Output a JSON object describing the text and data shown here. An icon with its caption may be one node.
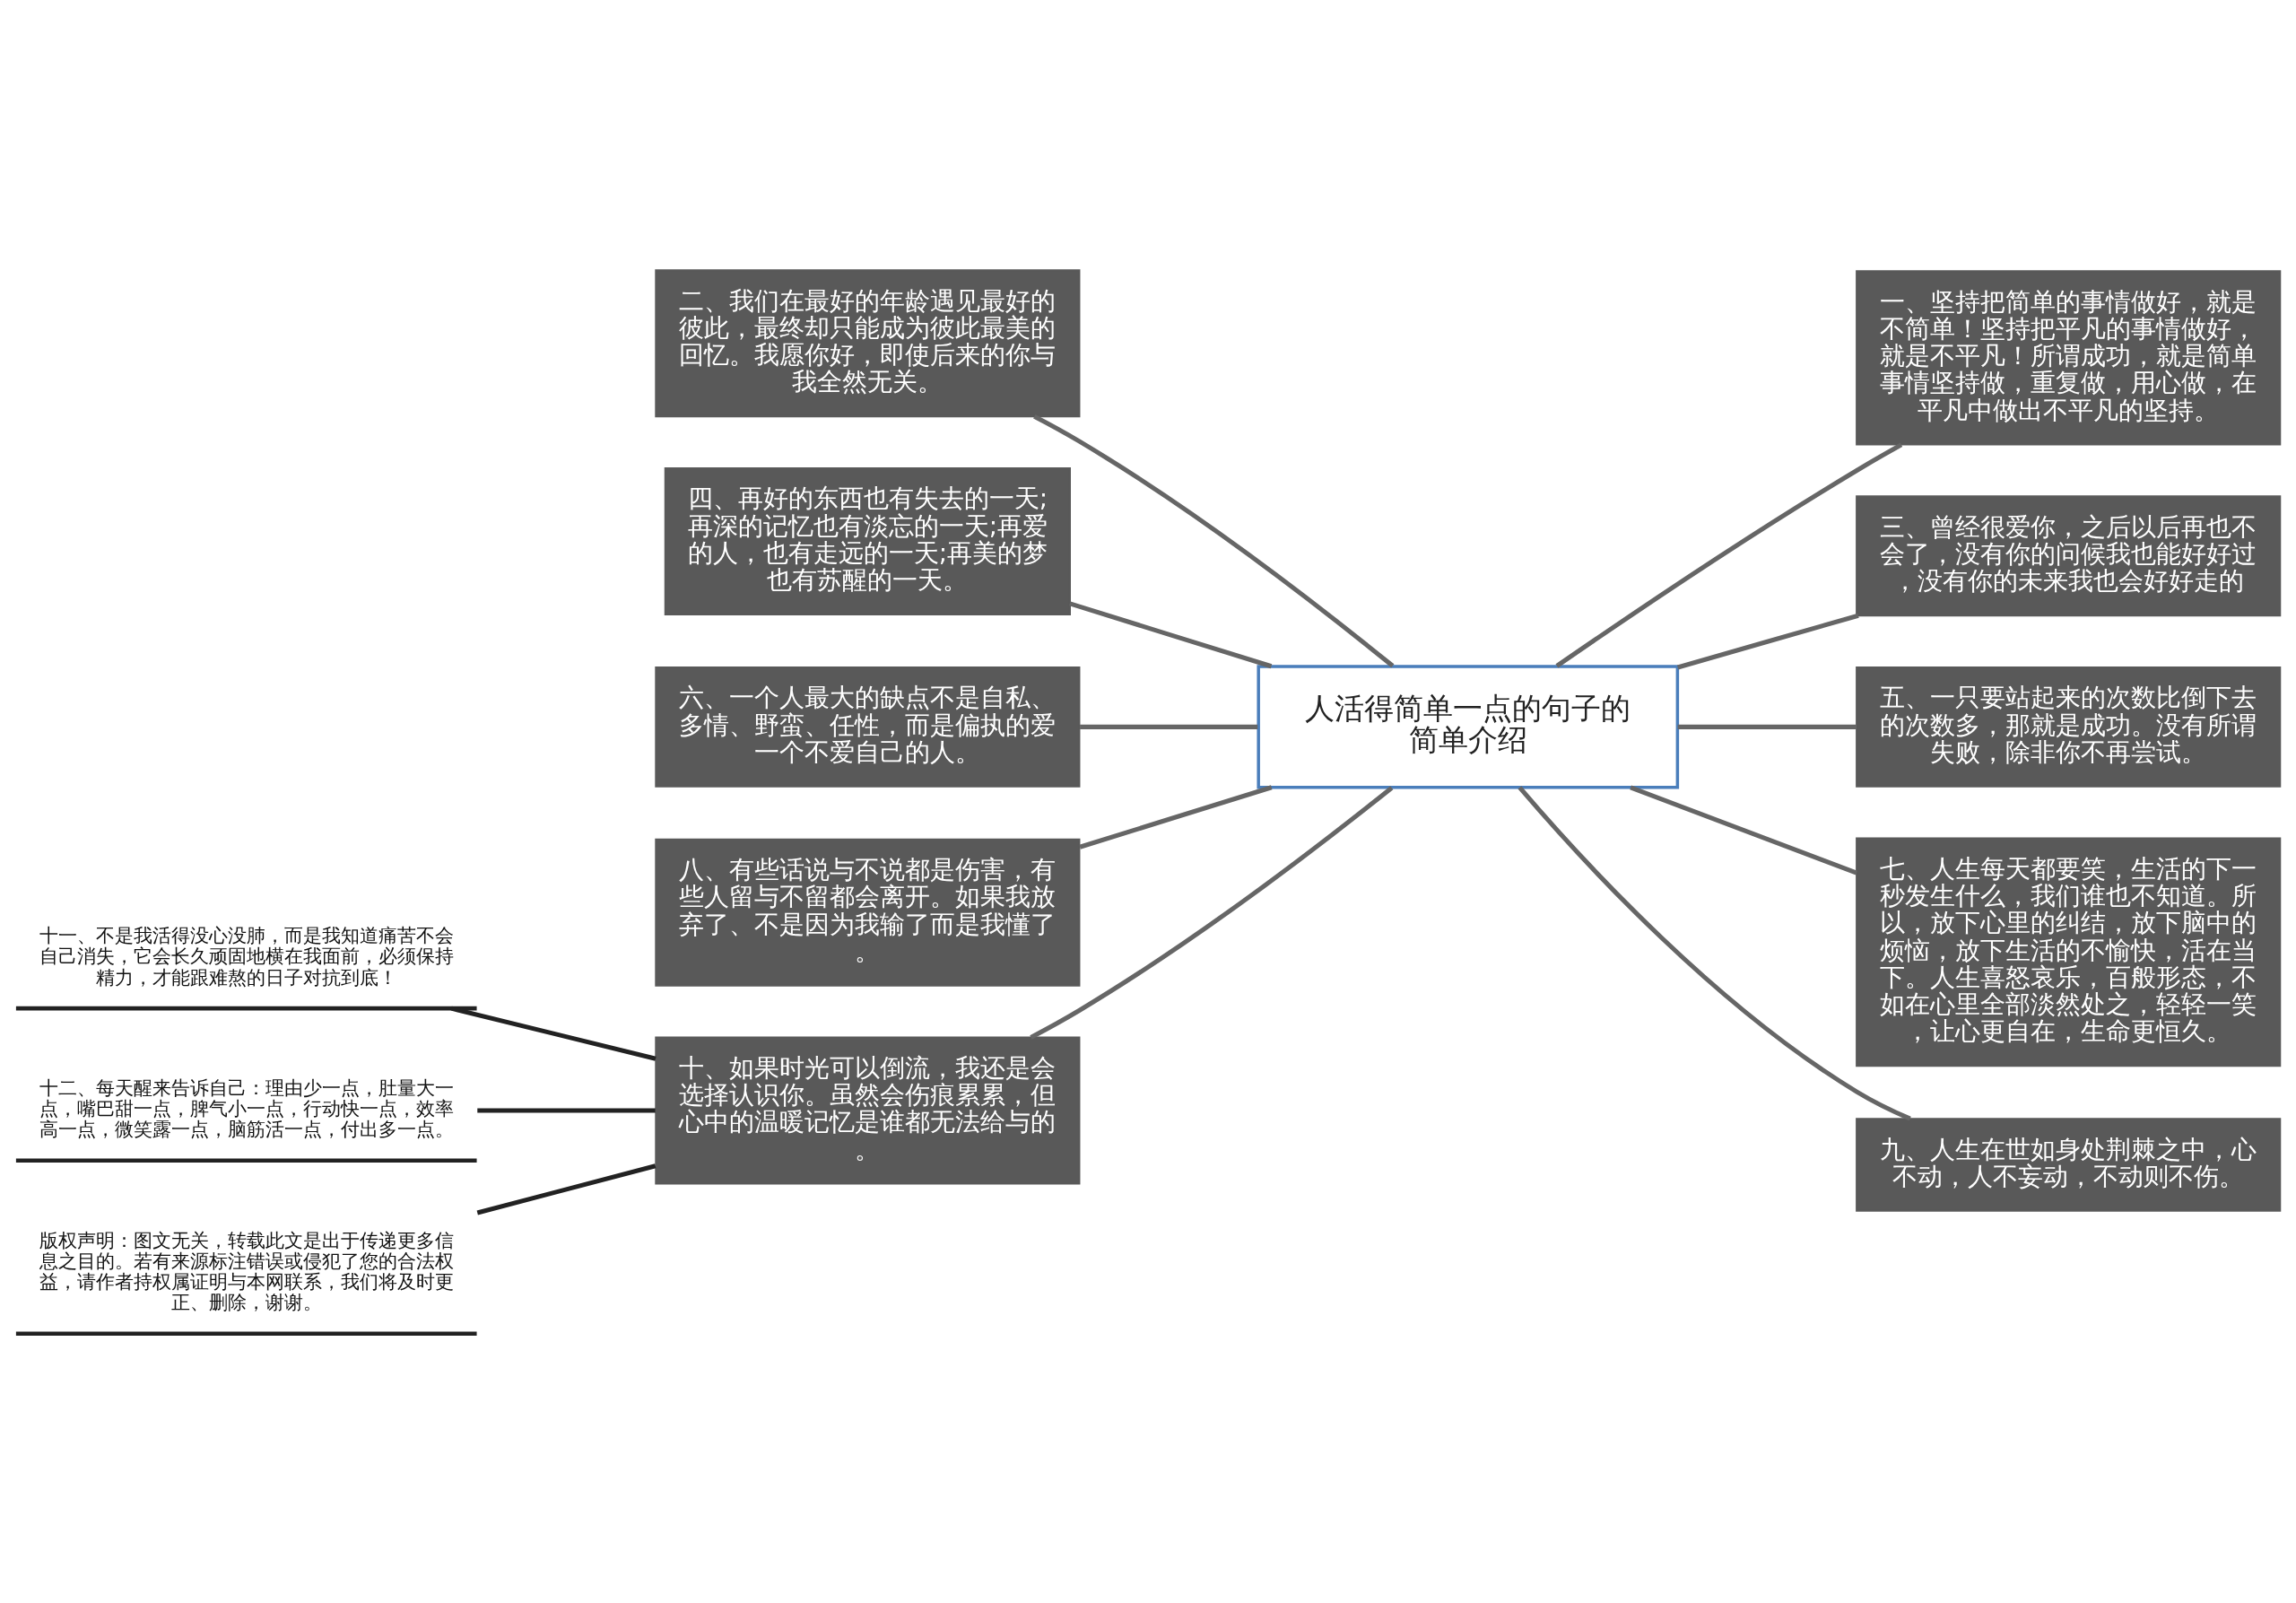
{
  "diagram": {
    "nodes": [
      {
        "text": [
          "人活得简单一点的句子的简单介绍"
        ]
      },
      {
        "text": [
          "二、我们在最好的年龄遇见最好的彼此，最终却只能成为彼此最美的回忆。我愿你好，即使后来的你与我全然无关。"
        ]
      },
      {
        "text": [
          "四、再好的东西也有失去的一天;再深的记忆也有淡忘的一天;再爱的人，也有走远的一天;再美的梦也有苏醒的一天。"
        ]
      },
      {
        "text": [
          "六、一个人最大的缺点不是自私、多情、野蛮、任性，而是偏执的爱一个不爱自己的人。"
        ]
      },
      {
        "text": [
          "八、有些话说与不说都是伤害，有些人留与不留都会离开。如果我放弃了、不是因为我输了而是我懂了。"
        ]
      },
      {
        "text": [
          "十、如果时光可以倒流，我还是会选择认识你。虽然会伤痕累累，但心中的温暖记忆是谁都无法给与的。"
        ]
      },
      {
        "text": [
          "一、坚持把简单的事情做好，就是不简单！坚持把平凡的事情做好，就是不平凡！所谓成功，就是简单事情坚持做，重复做，用心做，在平凡中做出不平凡的坚持。"
        ]
      },
      {
        "text": [
          "三、曾经很爱你，之后以后再也不会了，没有你的问候我也能好好过，没有你的未来我也会好好走的"
        ]
      },
      {
        "text": [
          "五、一只要站起来的次数比倒下去的次数多，那就是成功。没有所谓失败，除非你不再尝试。"
        ]
      },
      {
        "text": [
          "七、人生每天都要笑，生活的下一秒发生什么，我们谁也不知道。所以，放下心里的纠结，放下脑中的烦恼，放下生活的不愉快，活在当下。人生喜怒哀乐，百般形态，不如在心里全部淡然处之，轻轻一笑，让心更自在，生命更恒久。"
        ]
      },
      {
        "text": [
          "九、人生在世如身处荆棘之中，心不动，人不妄动，不动则不伤。"
        ]
      },
      {
        "text": [
          "十一、不是我活得没心没肺，而是我知道痛苦不会自己消失，它会长久顽固地横在我面前，必须保持精力，才能跟难熬的日子对抗到底！"
        ]
      },
      {
        "text": [
          "十二、每天醒来告诉自己：理由少一点，肚量大一点，嘴巴甜一点，脾气小一点，行动快一点，效率高一点，微笑露一点，脑筋活一点，付出多一点。"
        ]
      },
      {
        "text": [
          "版权声明：图文无关，转载此文是出于传递更多信息之目的。若有来源标注错误或侵犯了您的合法权益，请作者持权属证明与本网联系，我们将及时更正、删除，谢谢。"
        ]
      }
    ],
    "edges": [
      {
        "from": 0,
        "to": 1,
        "arrow": "none"
      },
      {
        "from": 0,
        "to": 2,
        "arrow": "none"
      },
      {
        "from": 0,
        "to": 3,
        "arrow": "none"
      },
      {
        "from": 0,
        "to": 4,
        "arrow": "none"
      },
      {
        "from": 0,
        "to": 5,
        "arrow": "none"
      },
      {
        "from": 0,
        "to": 6,
        "arrow": "none"
      },
      {
        "from": 0,
        "to": 7,
        "arrow": "none"
      },
      {
        "from": 0,
        "to": 8,
        "arrow": "none"
      },
      {
        "from": 0,
        "to": 9,
        "arrow": "none"
      },
      {
        "from": 0,
        "to": 10,
        "arrow": "none"
      },
      {
        "from": 5,
        "to": 11,
        "arrow": "none",
        "color": "#222222"
      },
      {
        "from": 5,
        "to": 12,
        "arrow": "none",
        "color": "#222222"
      },
      {
        "from": 5,
        "to": 13,
        "arrow": "none",
        "color": "#222222"
      }
    ]
  }
}
